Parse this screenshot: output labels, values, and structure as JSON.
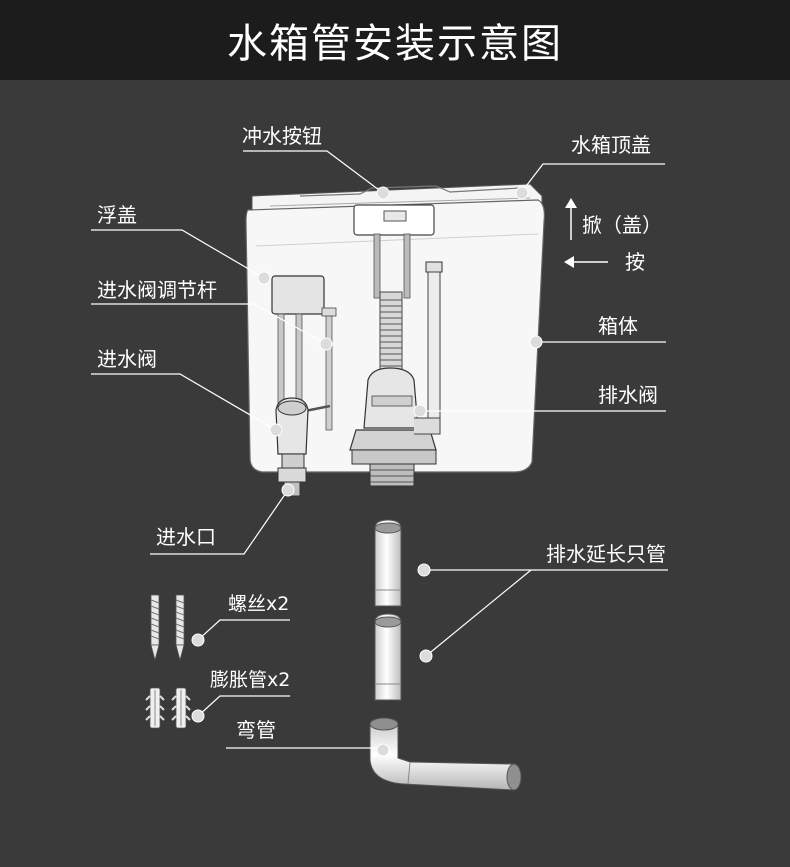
{
  "title": "水箱管安装示意图",
  "labels": {
    "flush_button": "冲水按钮",
    "tank_lid": "水箱顶盖",
    "float_cap": "浮盖",
    "lift_lid": "掀（盖）",
    "press": "按",
    "inlet_valve_rod": "进水阀调节杆",
    "tank_body": "箱体",
    "inlet_valve": "进水阀",
    "drain_valve": "排水阀",
    "water_inlet": "进水口",
    "drain_extension_pipe": "排水延长只管",
    "screws": "螺丝x2",
    "expansion_tubes": "膨胀管x2",
    "elbow": "弯管"
  },
  "colors": {
    "background": "#3a3a3a",
    "header": "#1c1c1c",
    "tank_fill": "#f7f7f7",
    "line": "#ffffff",
    "dot": "#d9d9d9"
  }
}
